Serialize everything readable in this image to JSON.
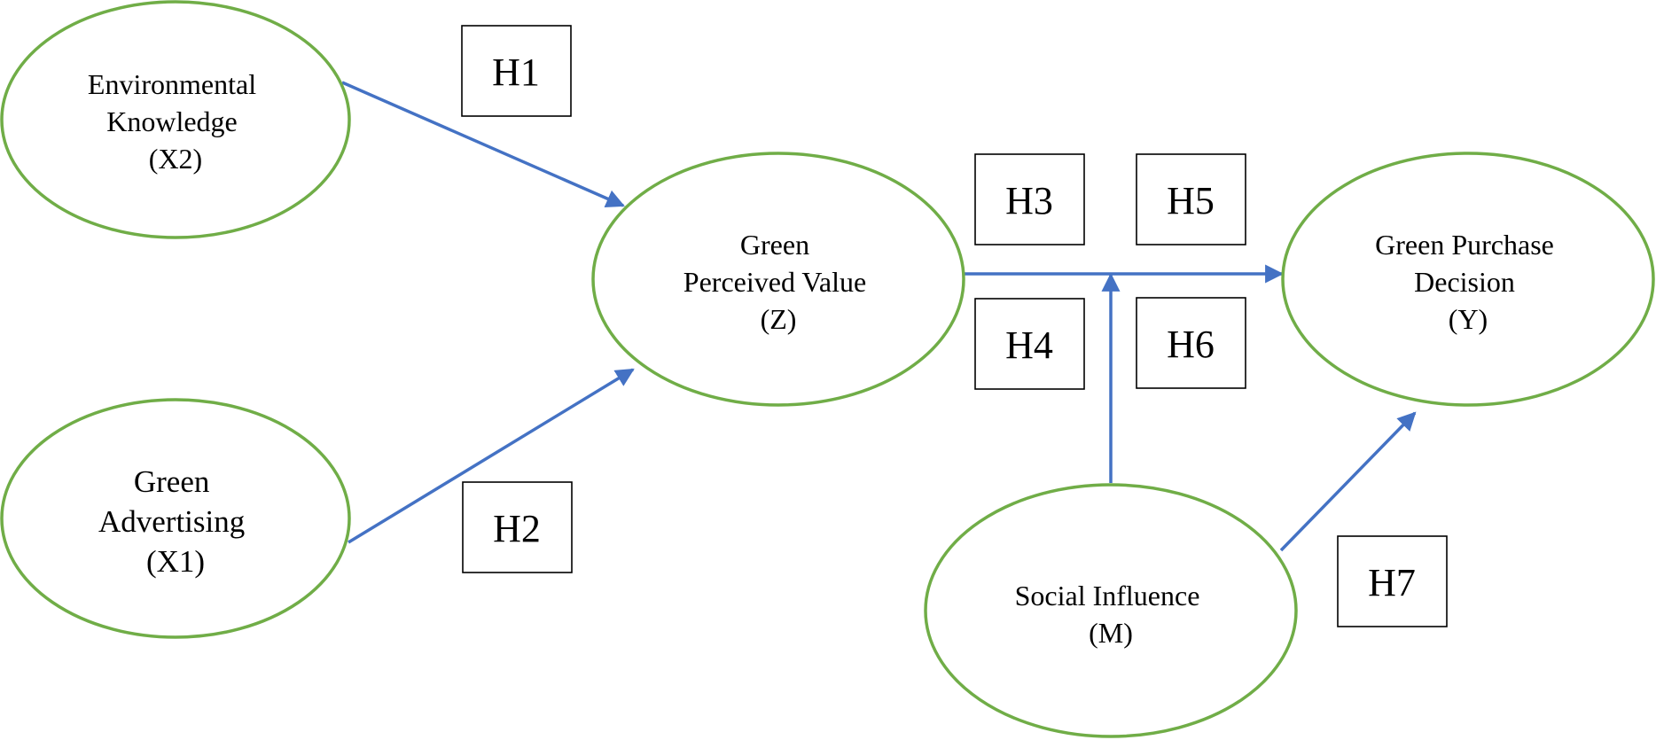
{
  "diagram": {
    "nodes": {
      "x2": {
        "lines": [
          "Environmental",
          "Knowledge",
          "(X2)"
        ]
      },
      "x1": {
        "lines": [
          "Green",
          "Advertising",
          "(X1)"
        ]
      },
      "z": {
        "lines": [
          "Green",
          "Perceived Value",
          "(Z)"
        ]
      },
      "y": {
        "lines": [
          "Green Purchase",
          "Decision",
          "(Y)"
        ]
      },
      "m": {
        "lines": [
          "Social Influence",
          "(M)"
        ]
      }
    },
    "hypotheses": {
      "h1": "H1",
      "h2": "H2",
      "h3": "H3",
      "h4": "H4",
      "h5": "H5",
      "h6": "H6",
      "h7": "H7"
    },
    "colors": {
      "node_outline": "#70ad47",
      "arrow": "#4472c4",
      "text": "#000000"
    }
  }
}
